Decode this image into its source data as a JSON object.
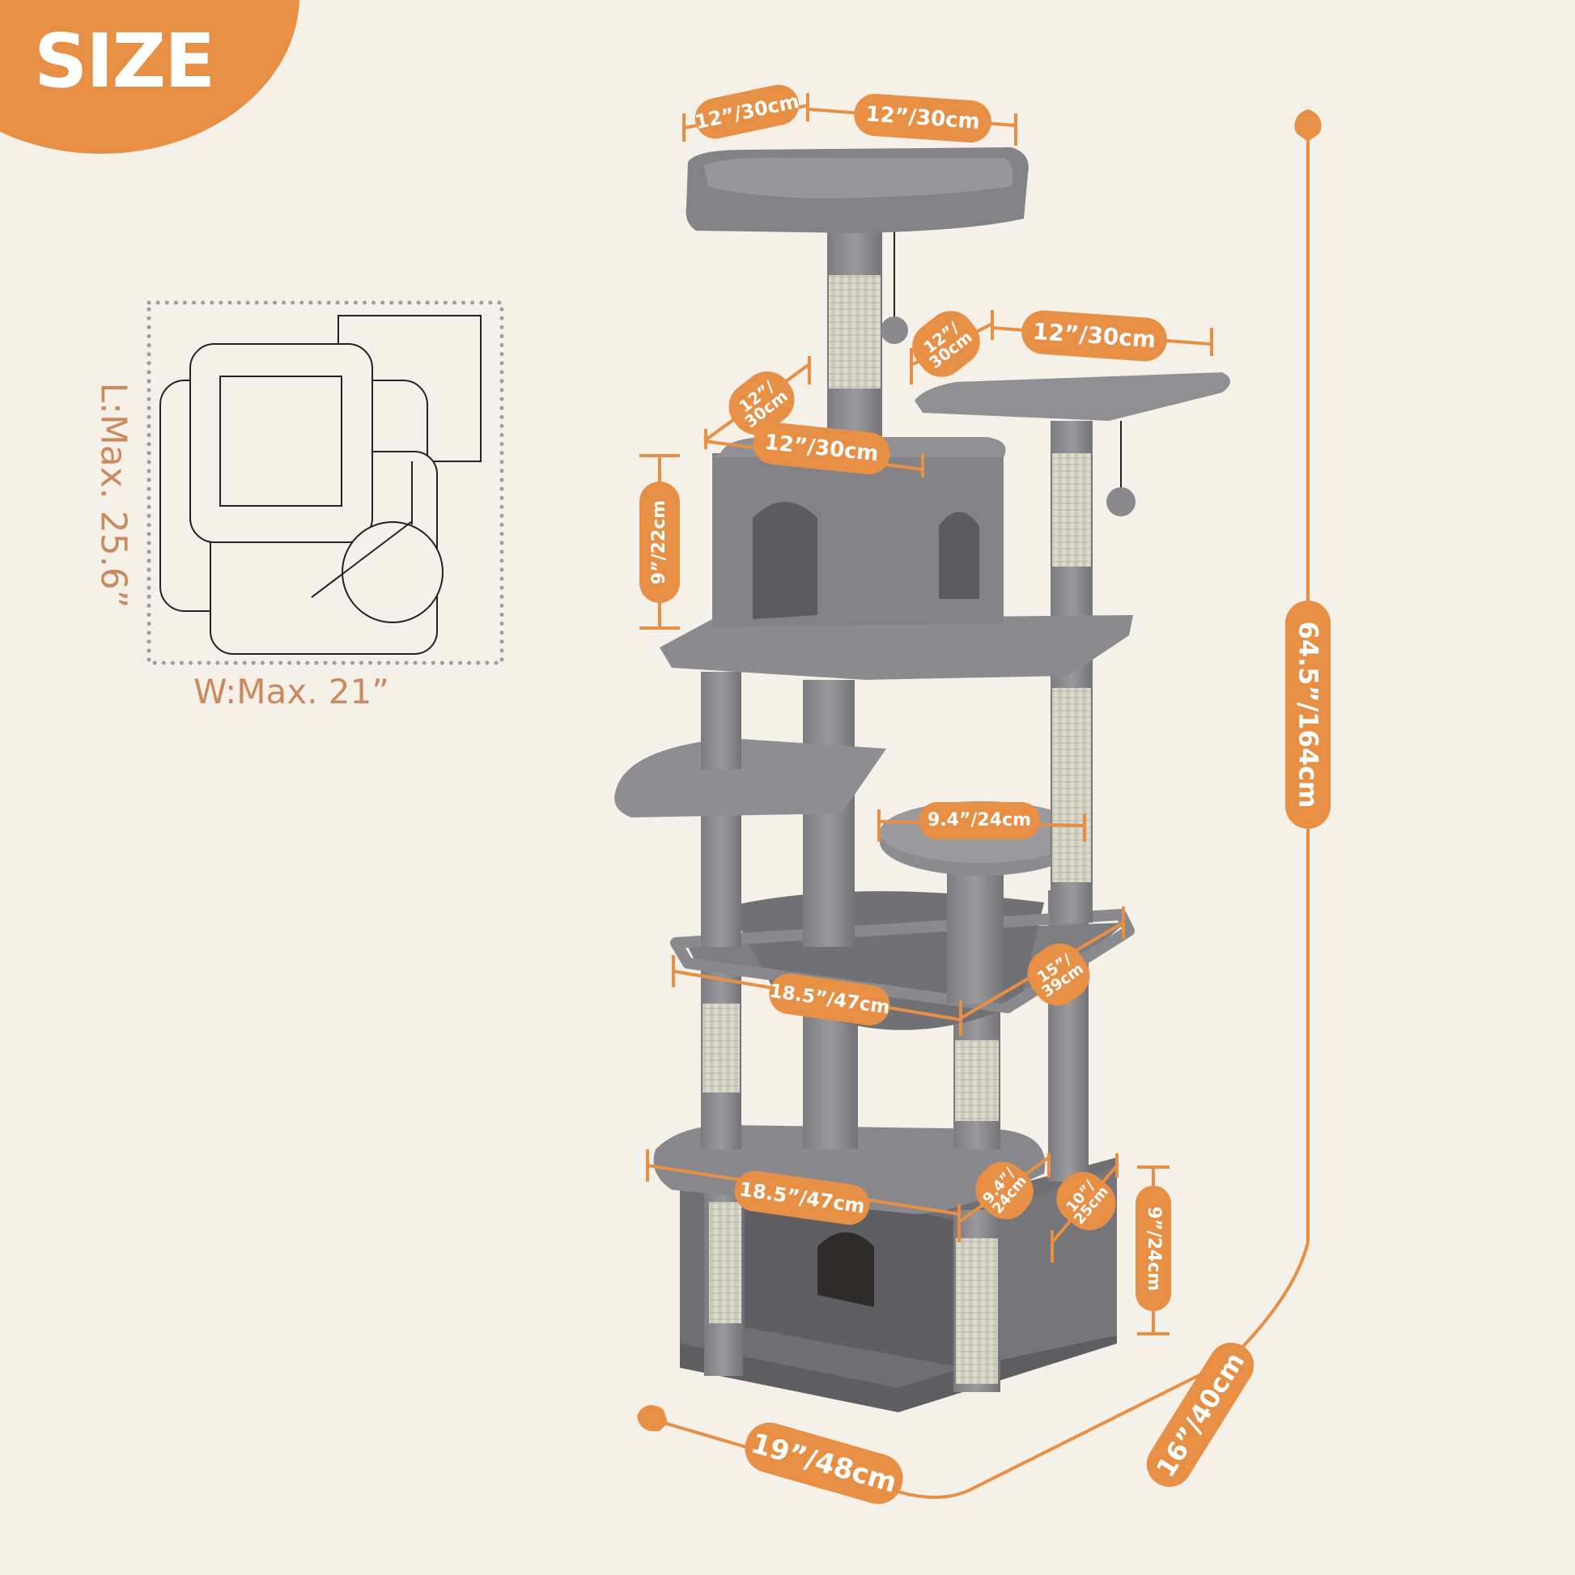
{
  "header": {
    "title": "SIZE"
  },
  "colors": {
    "accent": "#e78f45",
    "background": "#f5f0e8",
    "footprint_text": "#c98a60",
    "plush_gray": "#8e8e92",
    "sisal": "#dcdacb"
  },
  "footprint": {
    "length_label": "L:Max. 25.6”",
    "width_label": "W:Max. 21”"
  },
  "dimensions": {
    "top_perch_depth": "12”/30cm",
    "top_perch_width": "12”/30cm",
    "side_platform_depth_in": "12”/",
    "side_platform_depth_cm": "30cm",
    "side_platform_width": "12”/30cm",
    "condo_depth_in": "12”/",
    "condo_depth_cm": "30cm",
    "condo_width": "12”/30cm",
    "condo_height": "9”/22cm",
    "round_perch_width": "9.4”/24cm",
    "hammock_width": "18.5”/47cm",
    "hammock_depth_in": "15”/",
    "hammock_depth_cm": "39cm",
    "bottom_platform_width": "18.5”/47cm",
    "bottom_platform_depth_in": "9.4”/",
    "bottom_platform_depth_cm": "24cm",
    "base_condo_depth_in": "10”/",
    "base_condo_depth_cm": "25cm",
    "base_condo_height": "9”/24cm",
    "total_height": "64.5”/164cm",
    "base_width": "19”/48cm",
    "base_depth": "16”/40cm"
  }
}
